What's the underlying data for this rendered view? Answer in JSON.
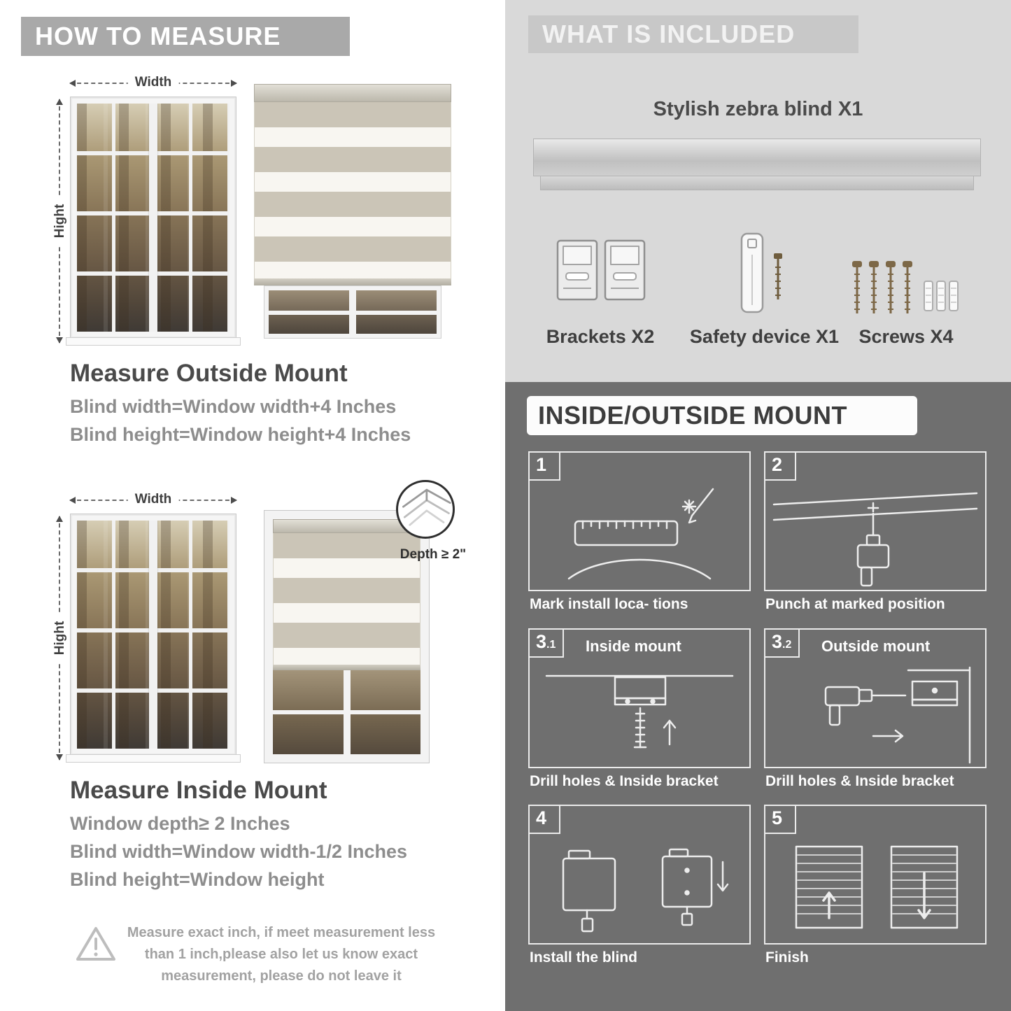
{
  "colors": {
    "banner_gray": "#a9a9a9",
    "panel_light": "#d9d9d9",
    "panel_dark": "#6f6f6f",
    "heading_dark": "#4a4a4a",
    "body_gray": "#8d8d8d"
  },
  "left": {
    "header": "HOW TO MEASURE",
    "outside": {
      "width_label": "Width",
      "height_label": "Hight",
      "title": "Measure Outside Mount",
      "lines": [
        "Blind width=Window width+4 Inches",
        "Blind height=Window height+4 Inches"
      ]
    },
    "inside": {
      "width_label": "Width",
      "height_label": "Hight",
      "depth_label": "Depth ≥ 2\"",
      "title": "Measure Inside Mount",
      "lines": [
        "Window depth≥ 2 Inches",
        "Blind width=Window width-1/2 Inches",
        "Blind height=Window height"
      ]
    },
    "warning_text": "Measure exact inch, if meet measurement less than 1 inch,please also let us know exact measurement, please do not leave it"
  },
  "right": {
    "included": {
      "header": "WHAT IS INCLUDED",
      "product_label": "Stylish zebra blind X1",
      "items": [
        "Brackets X2",
        "Safety device X1",
        "Screws X4"
      ]
    },
    "mount": {
      "header": "INSIDE/OUTSIDE MOUNT",
      "steps": [
        {
          "num": "1",
          "sub": "",
          "title": "",
          "caption": "Mark install loca- tions"
        },
        {
          "num": "2",
          "sub": "",
          "title": "",
          "caption": "Punch at  marked position"
        },
        {
          "num": "3",
          "sub": ".1",
          "title": "Inside mount",
          "caption": "Drill holes &  Inside bracket"
        },
        {
          "num": "3",
          "sub": ".2",
          "title": "Outside mount",
          "caption": "Drill holes &  Inside bracket"
        },
        {
          "num": "4",
          "sub": "",
          "title": "",
          "caption": "Install the blind"
        },
        {
          "num": "5",
          "sub": "",
          "title": "",
          "caption": "Finish"
        }
      ]
    }
  }
}
